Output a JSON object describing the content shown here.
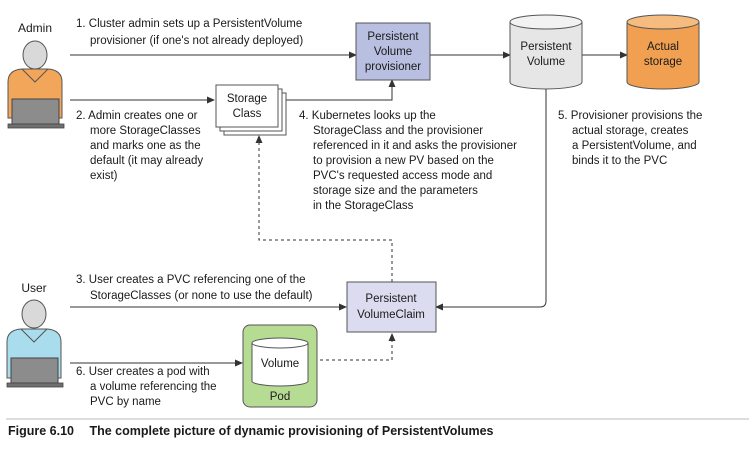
{
  "actors": {
    "admin": "Admin",
    "user": "User"
  },
  "nodes": {
    "provisioner": [
      "Persistent",
      "Volume",
      "provisioner"
    ],
    "persistent_volume": [
      "Persistent",
      "Volume"
    ],
    "actual_storage": [
      "Actual",
      "storage"
    ],
    "storage_class": [
      "Storage",
      "Class"
    ],
    "pvc": [
      "Persistent",
      "VolumeClaim"
    ],
    "volume": "Volume",
    "pod": "Pod"
  },
  "steps": {
    "step1": [
      "1. Cluster admin sets up a PersistentVolume",
      "provisioner (if one's not already deployed)"
    ],
    "step2": [
      "2. Admin creates one or",
      "more StorageClasses",
      "and marks one as the",
      "default (it may already",
      "exist)"
    ],
    "step3": [
      "3. User creates a PVC referencing one of the",
      "StorageClasses (or none to use the default)"
    ],
    "step4": [
      "4. Kubernetes looks up the",
      "StorageClass and the provisioner",
      "referenced in it and asks the provisioner",
      "to provision a new PV based on the",
      "PVC's requested access mode and",
      "storage size and the parameters",
      "in the StorageClass"
    ],
    "step5": [
      "5. Provisioner provisions the",
      "actual storage, creates",
      "a PersistentVolume, and",
      "binds it to the PVC"
    ],
    "step6": [
      "6. User creates a pod with",
      "a volume referencing the",
      "PVC by name"
    ]
  },
  "caption": {
    "label": "Figure 6.10",
    "text": "The complete picture of dynamic provisioning of PersistentVolumes"
  },
  "colors": {
    "admin_shirt": "#f2a65a",
    "user_shirt": "#a9dcec",
    "head": "#d9d9d9",
    "laptop": "#8c8c8c",
    "provisioner_fill": "#b9bfe0",
    "pvc_fill": "#dcdcf0",
    "storage_fill": "#f0a050",
    "cylinder_fill": "#e6e6e6",
    "pod_fill": "#b6dc94"
  }
}
